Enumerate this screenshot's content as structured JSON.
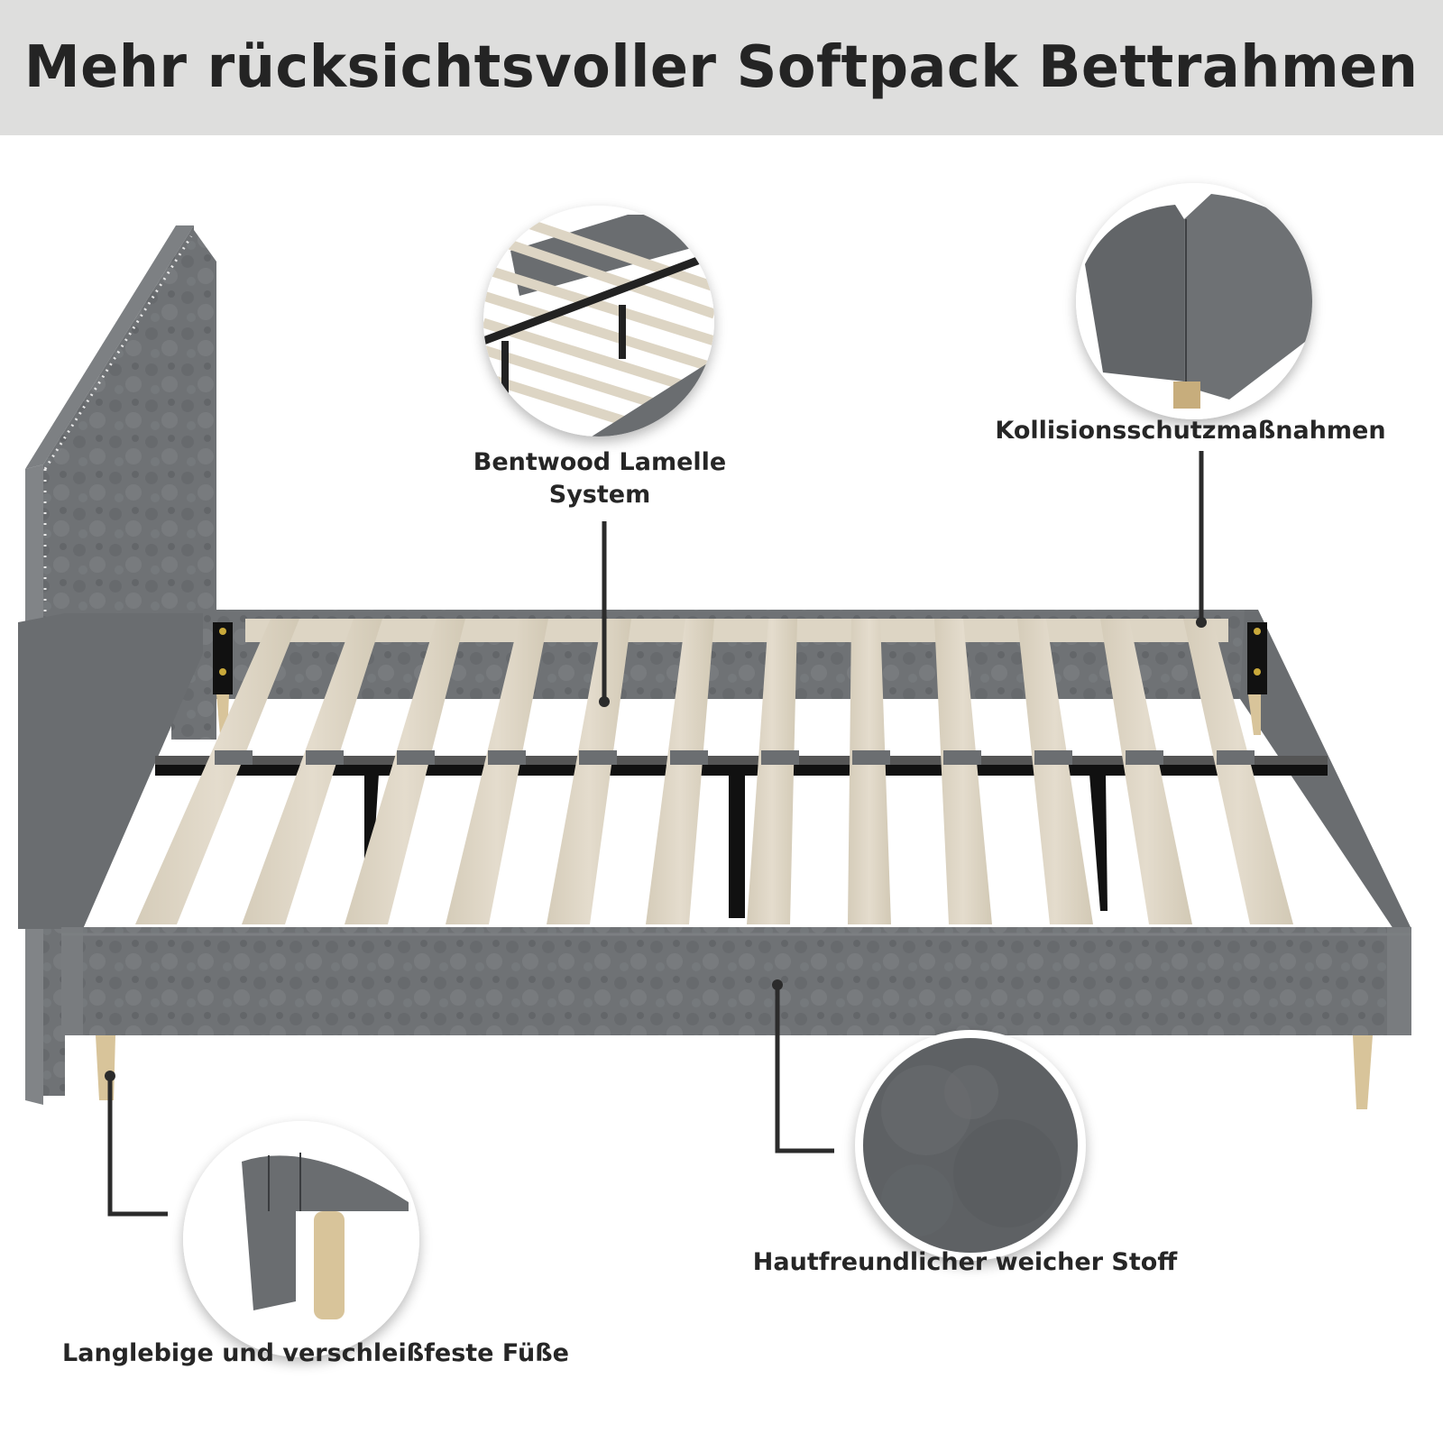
{
  "banner": {
    "title": "Mehr rücksichtsvoller Softpack Bettrahmen",
    "background": "#dededd",
    "text_color": "#242424"
  },
  "callouts": [
    {
      "id": "slats",
      "label_line1": "Bentwood Lamelle",
      "label_line2": "System",
      "icon": "slat-closeup-icon"
    },
    {
      "id": "corner",
      "label_line1": "Kollisionsschutzmaßnahmen",
      "icon": "rounded-corner-closeup-icon"
    },
    {
      "id": "fabric",
      "label_line1": "Hautfreundlicher weicher Stoff",
      "icon": "fabric-texture-icon"
    },
    {
      "id": "legs",
      "label_line1": "Langlebige und verschleißfeste Füße",
      "icon": "wooden-leg-closeup-icon"
    }
  ],
  "colors": {
    "upholstery": "#6f7275",
    "upholstery_dark": "#5b5e61",
    "upholstery_light": "#85888b",
    "slat": "#ddd5c4",
    "slat_shadow": "#c9c0ad",
    "metal": "#1a1a1a",
    "wood_leg": "#d8c49a",
    "connector": "#2b2b2b"
  }
}
